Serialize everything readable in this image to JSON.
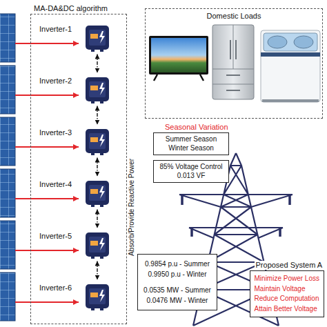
{
  "diagram": {
    "nodes": [
      {
        "text": [
          "MA-DA&DC algorithm"
        ]
      },
      {
        "text": [
          "Inverter-1"
        ],
        "in": 0
      },
      {
        "text": [
          "Inverter-2"
        ],
        "in": 0
      },
      {
        "text": [
          "Inverter-3"
        ],
        "in": 0
      },
      {
        "text": [
          "Inverter-4"
        ],
        "in": 0
      },
      {
        "text": [
          "Inverter-5"
        ],
        "in": 0
      },
      {
        "text": [
          "Inverter-6"
        ],
        "in": 0
      },
      {
        "text": [
          "Domestic Loads"
        ]
      },
      {
        "text": [
          "Seasonal Variation",
          "Summer Season Winter Season"
        ]
      },
      {
        "text": [
          "85% Voltage Control 0.013 VF"
        ]
      },
      {
        "text": [
          "0.9854 p.u - Summer 0.9950 p.u - Winter",
          "0.0535 MW - Summer 0.0476 MW - Winter"
        ]
      },
      {
        "text": [
          "Proposed System A",
          "Minimize Power Loss",
          "Maintain Voltage",
          "Reduce Computation",
          "Attain Better Voltage"
        ]
      }
    ],
    "edges": [
      {
        "from": 1,
        "to": 2,
        "arrow": "both"
      },
      {
        "from": 2,
        "to": 3,
        "arrow": "both"
      },
      {
        "from": 3,
        "to": 4,
        "arrow": "both"
      },
      {
        "from": 4,
        "to": 5,
        "arrow": "both"
      },
      {
        "from": 5,
        "to": 6,
        "arrow": "both"
      }
    ],
    "labels": [
      "Absorb/Provide Reactive Power"
    ]
  }
}
